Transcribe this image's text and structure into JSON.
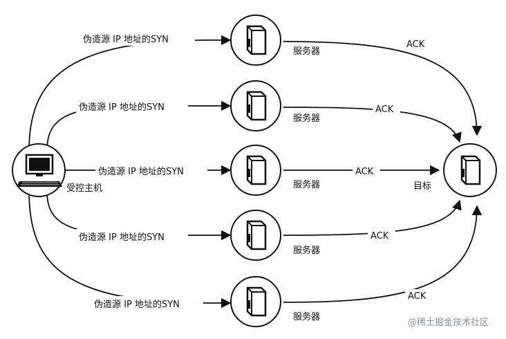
{
  "diagram": {
    "controller": {
      "label": "受控主机",
      "icon": "computer-icon"
    },
    "target": {
      "label": "目标",
      "icon": "server-icon"
    },
    "servers": [
      {
        "label": "服务器",
        "icon": "server-icon"
      },
      {
        "label": "服务器",
        "icon": "server-icon"
      },
      {
        "label": "服务器",
        "icon": "server-icon"
      },
      {
        "label": "服务器",
        "icon": "server-icon"
      },
      {
        "label": "服务器",
        "icon": "server-icon"
      }
    ],
    "syn_edges": [
      {
        "label": "伪造源 IP 地址的SYN"
      },
      {
        "label": "伪造源 IP 地址的SYN"
      },
      {
        "label": "伪造源 IP 地址的SYN"
      },
      {
        "label": "伪造源 IP 地址的SYN"
      },
      {
        "label": "伪造源 IP 地址的SYN"
      }
    ],
    "ack_edges": [
      {
        "label": "ACK"
      },
      {
        "label": "ACK"
      },
      {
        "label": "ACK"
      },
      {
        "label": "ACK"
      },
      {
        "label": "ACK"
      }
    ]
  },
  "watermark": "@稀土掘金技术社区",
  "colors": {
    "ink": "#111111",
    "node_fill": "#ffffff",
    "watermark": "#8a8f98"
  }
}
